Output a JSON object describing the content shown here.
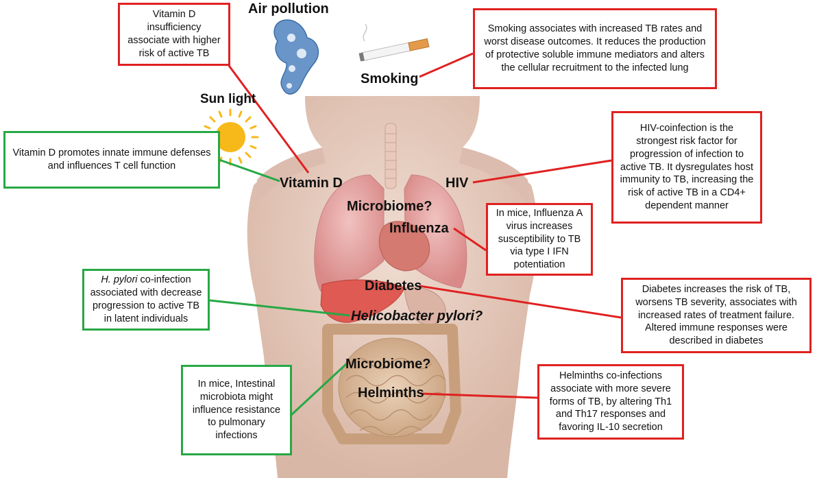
{
  "labels": {
    "air_pollution": "Air pollution",
    "smoking": "Smoking",
    "sun_light": "Sun light",
    "vitamin_d": "Vitamin D",
    "hiv": "HIV",
    "microbiome_lung": "Microbiome?",
    "influenza": "Influenza",
    "diabetes": "Diabetes",
    "helicobacter": "Helicobacter pylori?",
    "microbiome_gut": "Microbiome?",
    "helminths": "Helminths"
  },
  "boxes": {
    "vitd_insufficiency": "Vitamin D insufficiency associate with higher risk of active TB",
    "smoking": "Smoking associates with increased TB rates and worst disease outcomes. It reduces the production of protective soluble immune mediators and alters the cellular recruitment to the infected lung",
    "vitd_promotes": "Vitamin D promotes innate immune defenses and influences T cell function",
    "hiv": "HIV-coinfection is the strongest risk factor for progression of infection to active TB. It dysregulates host immunity to TB, increasing the risk of active TB in a CD4+ dependent manner",
    "influenza": "In mice, Influenza A virus increases susceptibility to TB via type I IFN potentiation",
    "hpylori_italic": "H. pylori",
    "hpylori_rest": " co-infection associated with decrease progression to active TB in latent individuals",
    "diabetes": "Diabetes increases the risk of TB, worsens TB severity, associates with increased rates of treatment failure. Altered immune responses were described in diabetes",
    "microbiota": "In mice, Intestinal microbiota might influence resistance to pulmonary infections",
    "helminths": "Helminths co-infections associate with more severe forms of TB, by altering Th1 and Th17 responses and favoring IL-10 secretion"
  },
  "colors": {
    "harmful": "#e02020",
    "protective": "#27a845",
    "skin": "#e8cfc2",
    "lung": "#e6a8a8",
    "liver": "#de5a52",
    "intestine": "#d9b99a",
    "sun": "#f7b81a",
    "pollution": "#6a95c9"
  }
}
